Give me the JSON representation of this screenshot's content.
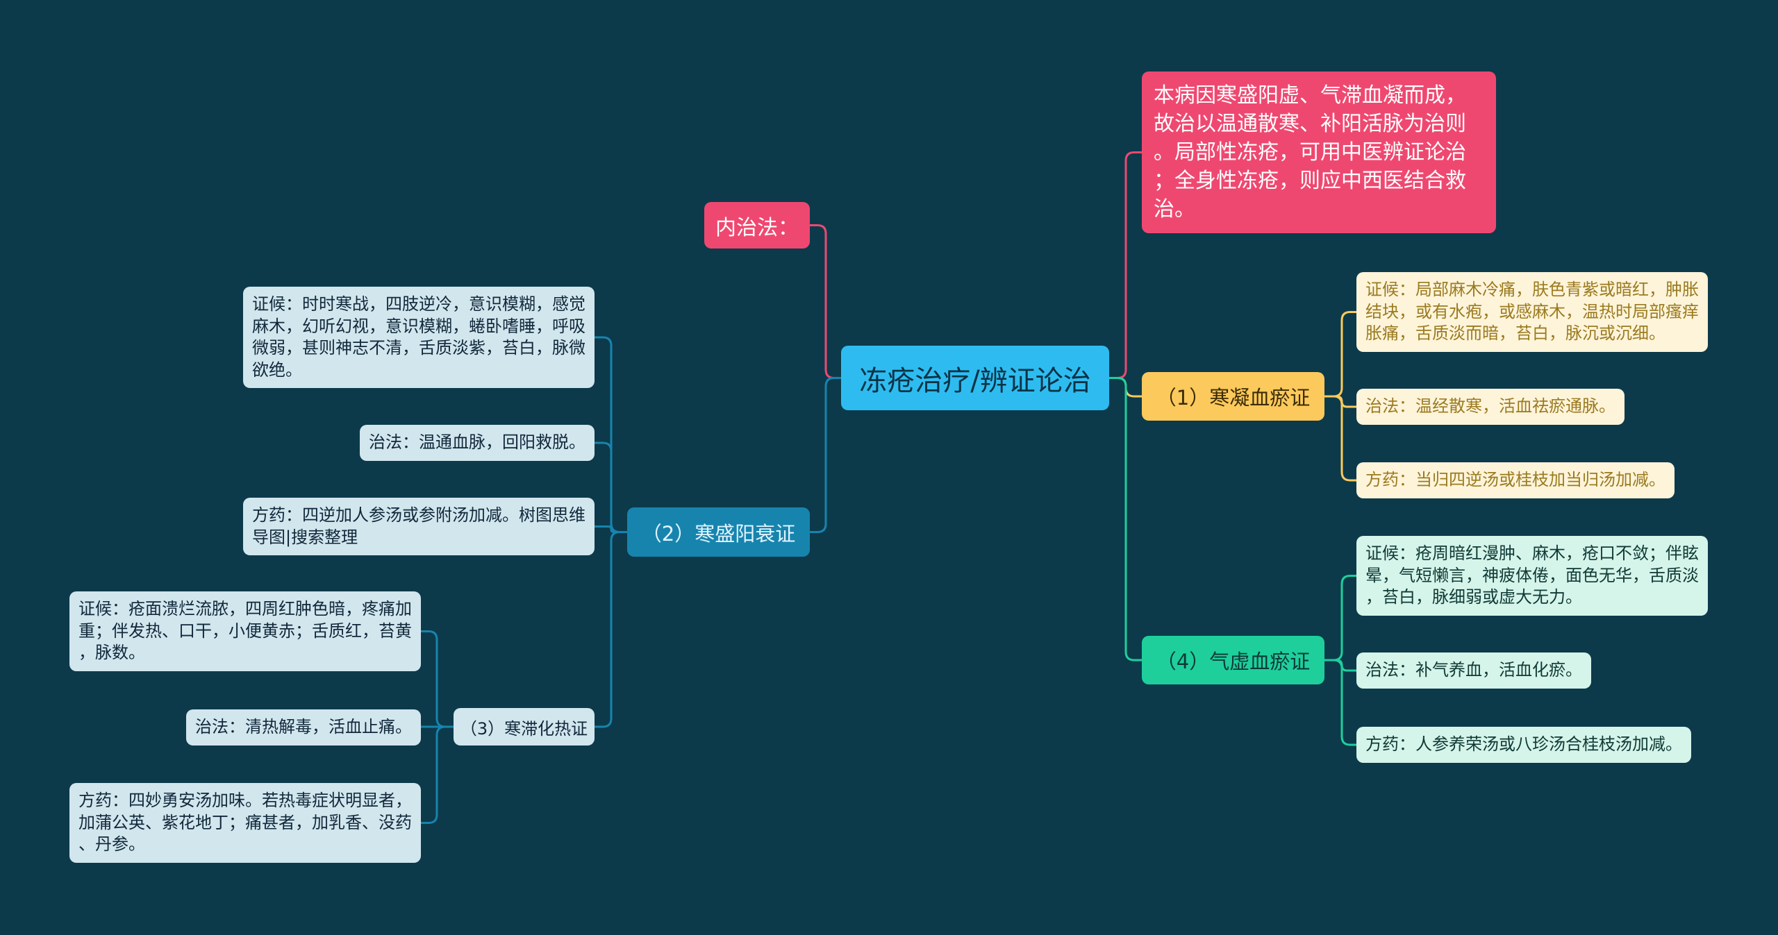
{
  "colors": {
    "background": "#0c3a4b",
    "center_node": "#2ebcf0",
    "center_text": "#0a3346",
    "red": "#ef4870",
    "yellow": "#fcc95c",
    "yellow_text": "#3b2c05",
    "green": "#1ecf9c",
    "green_text": "#0c3a36",
    "blue": "#1784ae",
    "blue_text": "#dff4ff",
    "yellow_leaf_bg": "#fdf4da",
    "yellow_leaf_text": "#9b7a1f",
    "green_leaf_bg": "#d5f4ea",
    "green_leaf_text": "#0f3a34",
    "blue_leaf_bg": "#d2e6ee",
    "blue_leaf_text": "#10283a"
  },
  "center": {
    "label": "冻疮治疗/辨证论治"
  },
  "summary": {
    "lines": [
      "本病因寒盛阳虚、气滞血凝而成，",
      "故治以温通散寒、补阳活脉为治则",
      "。局部性冻疮，可用中医辨证论治",
      "；全身性冻疮，则应中西医结合救",
      "治。"
    ]
  },
  "branch1": {
    "label": "（1）寒凝血瘀证",
    "items": [
      {
        "lines": [
          "证候：局部麻木冷痛，肤色青紫或暗红，肿胀",
          "结块，或有水疱，或感麻木，温热时局部瘙痒",
          "胀痛，舌质淡而暗，苔白，脉沉或沉细。"
        ]
      },
      {
        "lines": [
          "治法：温经散寒，活血祛瘀通脉。"
        ]
      },
      {
        "lines": [
          "方药：当归四逆汤或桂枝加当归汤加减。"
        ]
      }
    ]
  },
  "branch4": {
    "label": "（4）气虚血瘀证",
    "items": [
      {
        "lines": [
          "证候：疮周暗红漫肿、麻木，疮口不敛；伴眩",
          "晕，气短懒言，神疲体倦，面色无华，舌质淡",
          "，苔白，脉细弱或虚大无力。"
        ]
      },
      {
        "lines": [
          "治法：补气养血，活血化瘀。"
        ]
      },
      {
        "lines": [
          "方药：人参养荣汤或八珍汤合桂枝汤加减。"
        ]
      }
    ]
  },
  "neizhi": {
    "label": "内治法："
  },
  "branch2": {
    "label": "（2）寒盛阳衰证",
    "items": [
      {
        "lines": [
          "证候：时时寒战，四肢逆冷，意识模糊，感觉",
          "麻木，幻听幻视，意识模糊，蜷卧嗜睡，呼吸",
          "微弱，甚则神志不清，舌质淡紫，苔白，脉微",
          "欲绝。"
        ]
      },
      {
        "lines": [
          "治法：温通血脉，回阳救脱。"
        ]
      },
      {
        "lines": [
          "方药：四逆加人参汤或参附汤加减。树图思维",
          "导图|搜索整理"
        ]
      }
    ]
  },
  "branch3": {
    "label": "（3）寒滞化热证",
    "items": [
      {
        "lines": [
          "证候：疮面溃烂流脓，四周红肿色暗，疼痛加",
          "重；伴发热、口干，小便黄赤；舌质红，苔黄",
          "，脉数。"
        ]
      },
      {
        "lines": [
          "治法：清热解毒，活血止痛。"
        ]
      },
      {
        "lines": [
          "方药：四妙勇安汤加味。若热毒症状明显者，",
          "加蒲公英、紫花地丁；痛甚者，加乳香、没药",
          "、丹参。"
        ]
      }
    ]
  }
}
